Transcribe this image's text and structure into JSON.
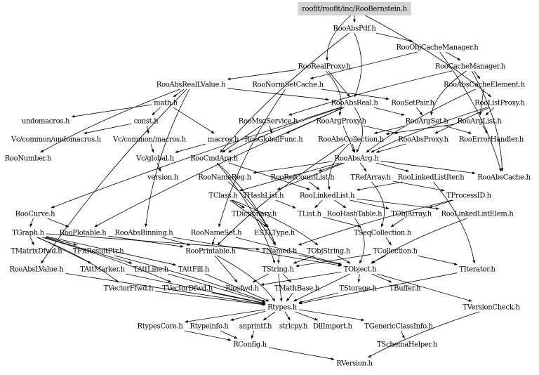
{
  "root": "roofit/roofit/inc/RooBernstein.h",
  "root_fill": "#d3d3d3",
  "nodes": [
    "roofit/roofit/inc/RooBernstein.h",
    "RooAbsPdf.h",
    "RooObjCacheManager.h",
    "RooRealProxy.h",
    "RooCacheManager.h",
    "RooAbsRealLValue.h",
    "RooNormSetCache.h",
    "RooAbsCacheElement.h",
    "math.h",
    "RooAbsReal.h",
    "RooSetPair.h",
    "RooListProxy.h",
    "undomacros.h",
    "const.h",
    "RooMsgService.h",
    "RooArgProxy.h",
    "RooArgSet.h",
    "RooArgList.h",
    "Vc/common/undomacros.h",
    "Vc/common/macros.h",
    "macros.h",
    "RooGlobalFunc.h",
    "RooAbsCollection.h",
    "RooAbsProxy.h",
    "RooErrorHandler.h",
    "RooNumber.h",
    "Vc/global.h",
    "RooCmdArg.h",
    "RooAbsArg.h",
    "version.h",
    "RooNameReg.h",
    "RooRefCountList.h",
    "TRefArray.h",
    "RooLinkedListIter.h",
    "RooAbsCache.h",
    "TClass.h",
    "THashList.h",
    "RooLinkedList.h",
    "TProcessID.h",
    "RooCurve.h",
    "TDictionary.h",
    "TList.h",
    "RooHashTable.h",
    "TObjArray.h",
    "RooLinkedListElem.h",
    "TGraph.h",
    "RooPlotable.h",
    "RooAbsBinning.h",
    "RooNameSet.h",
    "ESTLType.h",
    "TSeqCollection.h",
    "TMatrixDfwd.h",
    "TFitResultPtr.h",
    "RooPrintable.h",
    "TNamed.h",
    "TObjString.h",
    "TCollection.h",
    "RooAbsLValue.h",
    "TAttMarker.h",
    "TAttLine.h",
    "TAttFill.h",
    "TString.h",
    "TObject.h",
    "TIterator.h",
    "TVectorFfwd.h",
    "TVectorDfwd.h",
    "Riosfwd.h",
    "TMathBase.h",
    "TStorage.h",
    "TBuffer.h",
    "Rtypes.h",
    "TVersionCheck.h",
    "RtypesCore.h",
    "Rtypeinfo.h",
    "snprintf.h",
    "strlcpy.h",
    "DllImport.h",
    "TGenericClassInfo.h",
    "RConfig.h",
    "TSchemaHelper.h",
    "RVersion.h"
  ],
  "edges": [
    [
      "roofit/roofit/inc/RooBernstein.h",
      "RooAbsPdf.h"
    ],
    [
      "roofit/roofit/inc/RooBernstein.h",
      "RooRealProxy.h"
    ],
    [
      "roofit/roofit/inc/RooBernstein.h",
      "RooListProxy.h"
    ],
    [
      "RooAbsPdf.h",
      "RooObjCacheManager.h"
    ],
    [
      "RooAbsPdf.h",
      "RooAbsReal.h"
    ],
    [
      "RooAbsPdf.h",
      "RooCmdArg.h"
    ],
    [
      "RooObjCacheManager.h",
      "RooCacheManager.h"
    ],
    [
      "RooObjCacheManager.h",
      "RooNormSetCache.h"
    ],
    [
      "RooObjCacheManager.h",
      "RooAbsCache.h"
    ],
    [
      "RooRealProxy.h",
      "RooAbsRealLValue.h"
    ],
    [
      "RooRealProxy.h",
      "RooAbsReal.h"
    ],
    [
      "RooRealProxy.h",
      "RooArgProxy.h"
    ],
    [
      "RooCacheManager.h",
      "RooAbsCacheElement.h"
    ],
    [
      "RooCacheManager.h",
      "RooAbsCache.h"
    ],
    [
      "RooCacheManager.h",
      "RooArgSet.h"
    ],
    [
      "RooCacheManager.h",
      "RooMsgService.h"
    ],
    [
      "RooAbsRealLValue.h",
      "RooAbsReal.h"
    ],
    [
      "RooAbsRealLValue.h",
      "RooNumber.h"
    ],
    [
      "RooAbsRealLValue.h",
      "math.h"
    ],
    [
      "RooAbsRealLValue.h",
      "RooAbsLValue.h"
    ],
    [
      "RooAbsRealLValue.h",
      "RooAbsBinning.h"
    ],
    [
      "RooNormSetCache.h",
      "RooSetPair.h"
    ],
    [
      "RooNormSetCache.h",
      "RooNameSet.h"
    ],
    [
      "RooAbsCacheElement.h",
      "RooAbsArg.h"
    ],
    [
      "RooAbsCacheElement.h",
      "RooArgList.h"
    ],
    [
      "math.h",
      "undomacros.h"
    ],
    [
      "math.h",
      "const.h"
    ],
    [
      "math.h",
      "macros.h"
    ],
    [
      "const.h",
      "Vc/common/macros.h"
    ],
    [
      "const.h",
      "Vc/common/undomacros.h"
    ],
    [
      "Vc/common/macros.h",
      "Vc/global.h"
    ],
    [
      "macros.h",
      "Vc/global.h"
    ],
    [
      "Vc/global.h",
      "version.h"
    ],
    [
      "RooAbsReal.h",
      "RooAbsArg.h"
    ],
    [
      "RooAbsReal.h",
      "RooCmdArg.h"
    ],
    [
      "RooAbsReal.h",
      "RooArgSet.h"
    ],
    [
      "RooAbsReal.h",
      "RooCurve.h"
    ],
    [
      "RooAbsReal.h",
      "RooPlotable.h"
    ],
    [
      "RooAbsReal.h",
      "RooGlobalFunc.h"
    ],
    [
      "RooSetPair.h",
      "RooArgSet.h"
    ],
    [
      "RooListProxy.h",
      "RooArgList.h"
    ],
    [
      "RooListProxy.h",
      "RooAbsProxy.h"
    ],
    [
      "RooListProxy.h",
      "RooAbsArg.h"
    ],
    [
      "RooMsgService.h",
      "RooCmdArg.h"
    ],
    [
      "RooMsgService.h",
      "RooGlobalFunc.h"
    ],
    [
      "RooArgProxy.h",
      "RooAbsProxy.h"
    ],
    [
      "RooArgProxy.h",
      "RooAbsArg.h"
    ],
    [
      "RooArgSet.h",
      "RooAbsCollection.h"
    ],
    [
      "RooArgSet.h",
      "RooErrorHandler.h"
    ],
    [
      "RooArgList.h",
      "RooAbsCollection.h"
    ],
    [
      "RooArgList.h",
      "RooErrorHandler.h"
    ],
    [
      "RooAbsCollection.h",
      "RooAbsArg.h"
    ],
    [
      "RooAbsCollection.h",
      "RooLinkedList.h"
    ],
    [
      "RooAbsCollection.h",
      "RooPrintable.h"
    ],
    [
      "RooAbsProxy.h",
      "RooAbsArg.h"
    ],
    [
      "RooCmdArg.h",
      "RooLinkedList.h"
    ],
    [
      "RooCmdArg.h",
      "TNamed.h"
    ],
    [
      "RooCmdArg.h",
      "TString.h"
    ],
    [
      "RooAbsArg.h",
      "RooNameReg.h"
    ],
    [
      "RooAbsArg.h",
      "RooRefCountList.h"
    ],
    [
      "RooAbsArg.h",
      "TRefArray.h"
    ],
    [
      "RooAbsArg.h",
      "RooLinkedListIter.h"
    ],
    [
      "RooAbsArg.h",
      "RooAbsCache.h"
    ],
    [
      "RooAbsArg.h",
      "THashList.h"
    ],
    [
      "RooAbsArg.h",
      "TClass.h"
    ],
    [
      "RooNameReg.h",
      "TNamed.h"
    ],
    [
      "RooRefCountList.h",
      "RooLinkedList.h"
    ],
    [
      "TRefArray.h",
      "TProcessID.h"
    ],
    [
      "TRefArray.h",
      "TSeqCollection.h"
    ],
    [
      "RooLinkedListIter.h",
      "RooLinkedList.h"
    ],
    [
      "RooLinkedListIter.h",
      "TIterator.h"
    ],
    [
      "RooLinkedList.h",
      "TList.h"
    ],
    [
      "RooLinkedList.h",
      "RooHashTable.h"
    ],
    [
      "RooLinkedList.h",
      "TObjArray.h"
    ],
    [
      "RooLinkedList.h",
      "RooLinkedListElem.h"
    ],
    [
      "TClass.h",
      "TDictionary.h"
    ],
    [
      "TClass.h",
      "ESTLType.h"
    ],
    [
      "TClass.h",
      "TObjString.h"
    ],
    [
      "THashList.h",
      "TList.h"
    ],
    [
      "TProcessID.h",
      "TNamed.h"
    ],
    [
      "TProcessID.h",
      "TObjArray.h"
    ],
    [
      "RooCurve.h",
      "TGraph.h"
    ],
    [
      "RooCurve.h",
      "RooPlotable.h"
    ],
    [
      "TDictionary.h",
      "TNamed.h"
    ],
    [
      "TDictionary.h",
      "ESTLType.h"
    ],
    [
      "TList.h",
      "TSeqCollection.h"
    ],
    [
      "RooHashTable.h",
      "TObject.h"
    ],
    [
      "TObjArray.h",
      "TSeqCollection.h"
    ],
    [
      "RooLinkedListElem.h",
      "TObject.h"
    ],
    [
      "TGraph.h",
      "TNamed.h"
    ],
    [
      "TGraph.h",
      "TAttLine.h"
    ],
    [
      "TGraph.h",
      "TAttFill.h"
    ],
    [
      "TGraph.h",
      "TAttMarker.h"
    ],
    [
      "TGraph.h",
      "TVectorFfwd.h"
    ],
    [
      "TGraph.h",
      "TVectorDfwd.h"
    ],
    [
      "TGraph.h",
      "TFitResultPtr.h"
    ],
    [
      "TGraph.h",
      "TMatrixDfwd.h"
    ],
    [
      "RooPlotable.h",
      "RooPrintable.h"
    ],
    [
      "RooAbsBinning.h",
      "TObject.h"
    ],
    [
      "RooAbsBinning.h",
      "RooPrintable.h"
    ],
    [
      "RooNameSet.h",
      "TObject.h"
    ],
    [
      "RooNameSet.h",
      "RooPrintable.h"
    ],
    [
      "TSeqCollection.h",
      "TCollection.h"
    ],
    [
      "TFitResultPtr.h",
      "Rtypes.h"
    ],
    [
      "RooPrintable.h",
      "Riosfwd.h"
    ],
    [
      "RooPrintable.h",
      "Rtypes.h"
    ],
    [
      "TNamed.h",
      "TObject.h"
    ],
    [
      "TNamed.h",
      "TString.h"
    ],
    [
      "TObjString.h",
      "TObject.h"
    ],
    [
      "TObjString.h",
      "TString.h"
    ],
    [
      "TCollection.h",
      "TObject.h"
    ],
    [
      "TCollection.h",
      "TIterator.h"
    ],
    [
      "TCollection.h",
      "TString.h"
    ],
    [
      "RooAbsLValue.h",
      "Rtypes.h"
    ],
    [
      "TAttMarker.h",
      "Rtypes.h"
    ],
    [
      "TAttLine.h",
      "Rtypes.h"
    ],
    [
      "TAttFill.h",
      "Rtypes.h"
    ],
    [
      "TString.h",
      "Riosfwd.h"
    ],
    [
      "TString.h",
      "TMathBase.h"
    ],
    [
      "TString.h",
      "Rtypes.h"
    ],
    [
      "TObject.h",
      "Rtypes.h"
    ],
    [
      "TObject.h",
      "TStorage.h"
    ],
    [
      "TObject.h",
      "TBuffer.h"
    ],
    [
      "TObject.h",
      "Riosfwd.h"
    ],
    [
      "TObject.h",
      "TVersionCheck.h"
    ],
    [
      "TIterator.h",
      "Rtypes.h"
    ],
    [
      "TVectorFfwd.h",
      "Rtypes.h"
    ],
    [
      "TVectorDfwd.h",
      "Rtypes.h"
    ],
    [
      "TMathBase.h",
      "Rtypes.h"
    ],
    [
      "TStorage.h",
      "Rtypes.h"
    ],
    [
      "Rtypes.h",
      "RtypesCore.h"
    ],
    [
      "Rtypes.h",
      "Rtypeinfo.h"
    ],
    [
      "Rtypes.h",
      "snprintf.h"
    ],
    [
      "Rtypes.h",
      "strlcpy.h"
    ],
    [
      "Rtypes.h",
      "DllImport.h"
    ],
    [
      "Rtypes.h",
      "TGenericClassInfo.h"
    ],
    [
      "RtypesCore.h",
      "RConfig.h"
    ],
    [
      "Rtypeinfo.h",
      "RConfig.h"
    ],
    [
      "snprintf.h",
      "RConfig.h"
    ],
    [
      "TGenericClassInfo.h",
      "TSchemaHelper.h"
    ],
    [
      "RConfig.h",
      "RVersion.h"
    ],
    [
      "TVersionCheck.h",
      "RVersion.h"
    ]
  ]
}
